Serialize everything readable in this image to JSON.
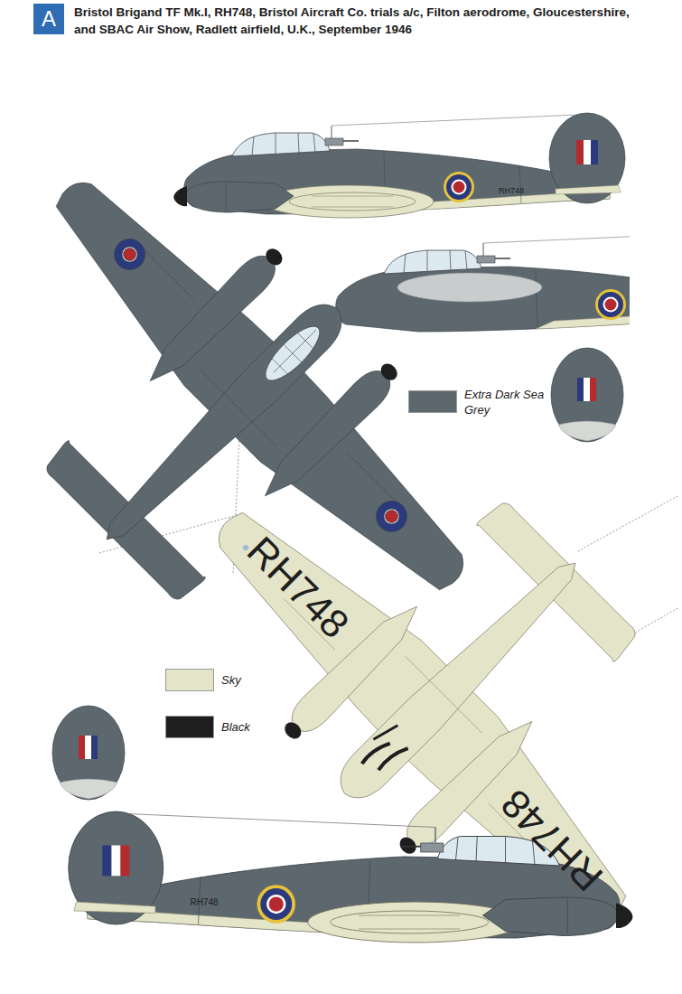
{
  "diagram": {
    "title": "Bristol Brigand TF Mk.I, RH748, Bristol Aircraft Co. trials a/c, Filton aerodrome, Gloucestershire, and SBAC Air Show, Radlett airfield, U.K., September 1946",
    "nodes": [
      {
        "text": [
          "A"
        ]
      }
    ],
    "labels": [
      "RH748",
      "RH748",
      "RH748",
      "RH748"
    ],
    "legend": [
      {
        "text": "Extra Dark Sea Grey",
        "color": "#5d676e"
      },
      {
        "text": "Sky",
        "color": "#e3e4c8"
      },
      {
        "text": "Black",
        "color": "#1e1e1e"
      }
    ]
  }
}
